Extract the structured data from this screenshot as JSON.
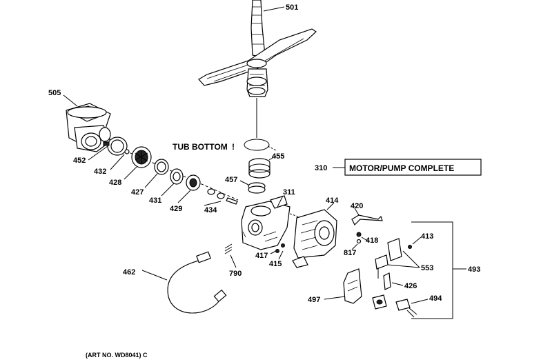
{
  "labels": {
    "p501": "501",
    "p505": "505",
    "p452": "452",
    "p432": "432",
    "p428": "428",
    "p427": "427",
    "p431": "431",
    "p429": "429",
    "p434": "434",
    "p455": "455",
    "p457": "457",
    "p311": "311",
    "p414": "414",
    "p420": "420",
    "p310": "310",
    "p413": "413",
    "p418": "418",
    "p817": "817",
    "p553": "553",
    "p493": "493",
    "p426": "426",
    "p417": "417",
    "p415": "415",
    "p790": "790",
    "p462": "462",
    "p497": "497",
    "p494": "494"
  },
  "tub_bottom": "TUB BOTTOM",
  "motor_pump": "MOTOR/PUMP COMPLETE",
  "art_no": "(ART NO. WD8041) C"
}
